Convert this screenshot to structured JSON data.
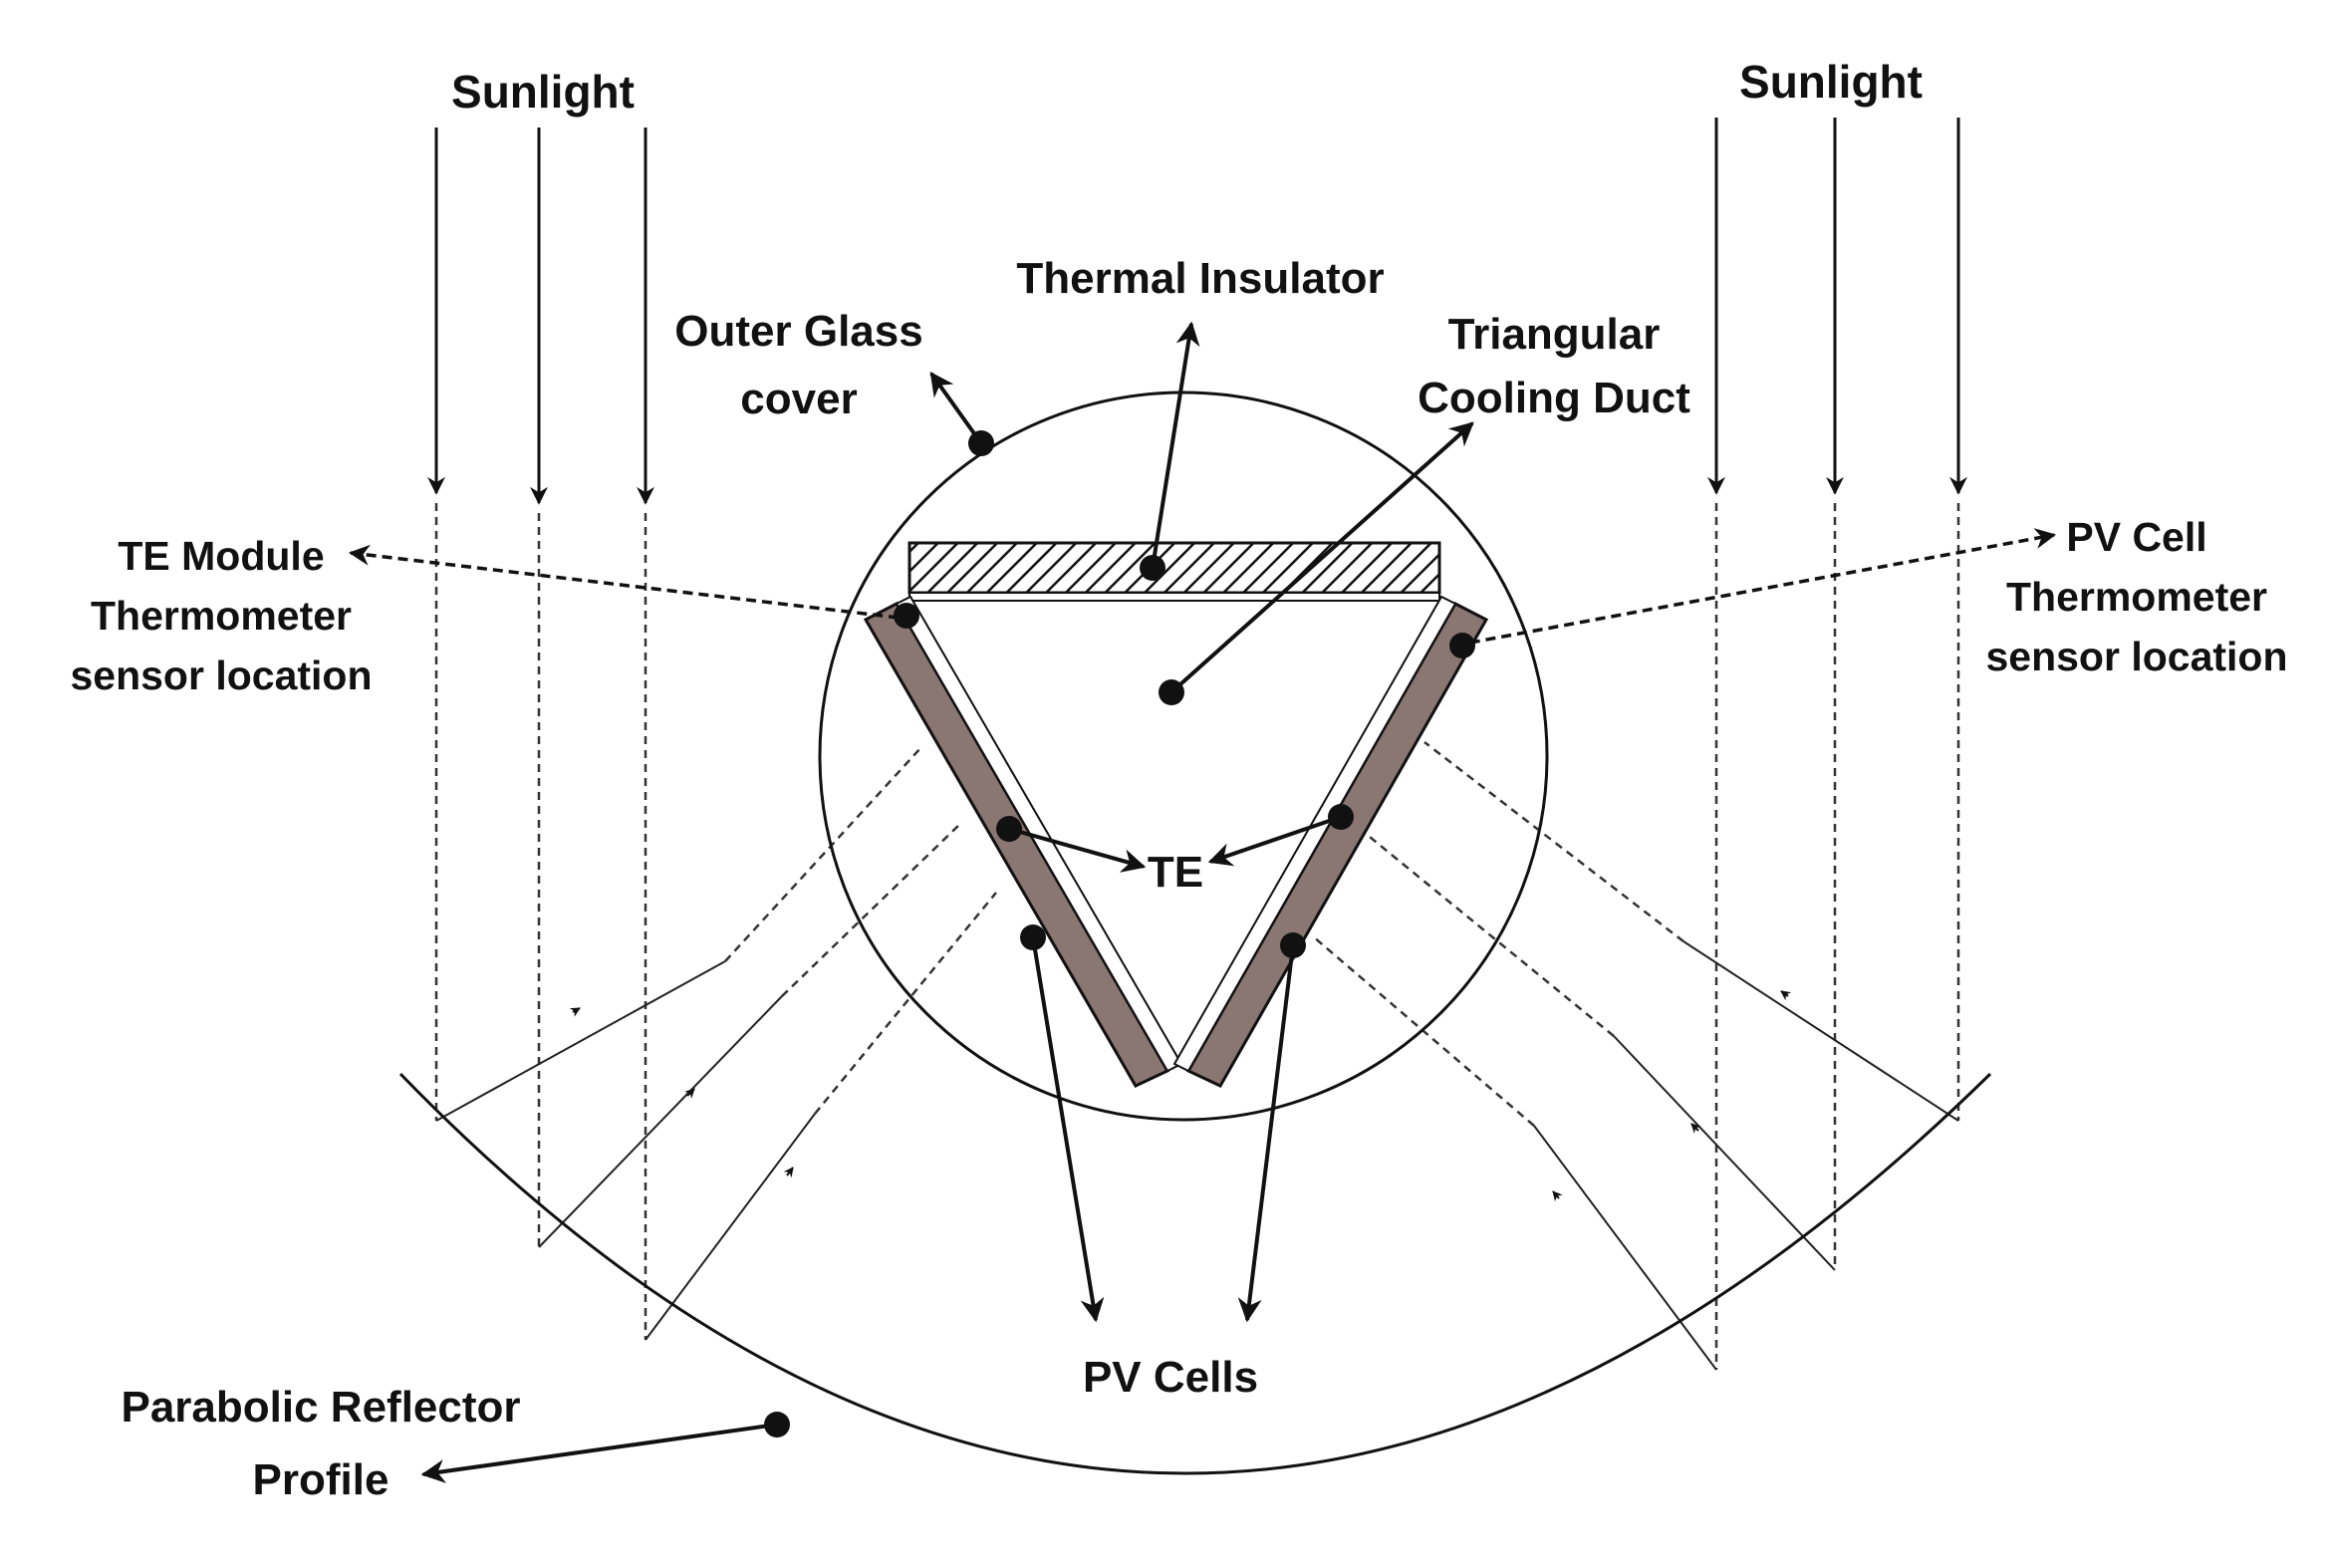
{
  "labels": {
    "sunlight_left": "Sunlight",
    "sunlight_right": "Sunlight",
    "thermal_insulator": "Thermal Insulator",
    "outer_glass_line1": "Outer Glass",
    "outer_glass_line2": "cover",
    "triangular_line1": "Triangular",
    "triangular_line2": "Cooling Duct",
    "te_module_line1": "TE Module",
    "te_module_line2": "Thermometer",
    "te_module_line3": "sensor location",
    "pv_cell_line1": "PV Cell",
    "pv_cell_line2": "Thermometer",
    "pv_cell_line3": "sensor location",
    "te": "TE",
    "pv_cells": "PV Cells",
    "parabolic_line1": "Parabolic Reflector",
    "parabolic_line2": "Profile"
  },
  "colors": {
    "line": "#111111",
    "pv_panel": "#8a7672",
    "background": "#ffffff"
  }
}
